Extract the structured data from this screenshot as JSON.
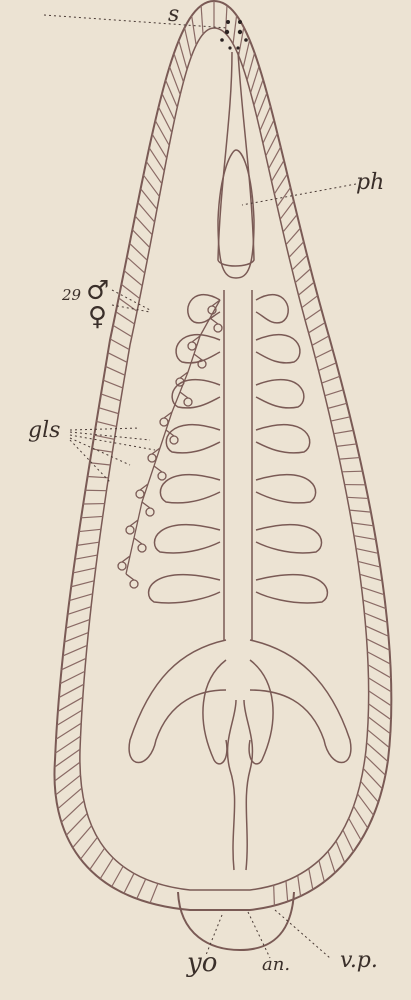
{
  "labels": {
    "s": "s",
    "ph": "ph",
    "num": "29",
    "male": "♂",
    "female": "♀",
    "gls": "gls",
    "yo": "yo",
    "an": "an.",
    "vp": "v.p."
  },
  "colors": {
    "background": "#ece3d3",
    "outline": "#7a5a55",
    "ink": "#3a2f2a"
  }
}
